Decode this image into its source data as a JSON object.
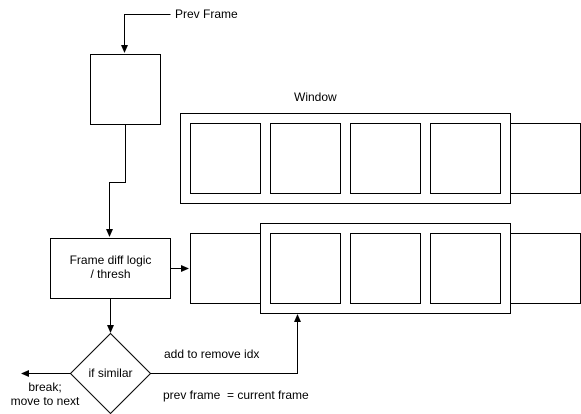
{
  "diagram": {
    "prev_frame_label": "Prev Frame",
    "window_label": "Window",
    "diff_logic_label": "Frame diff logic\n/ thresh",
    "decision_label": "if similar",
    "break_label": "break;\nmove to next",
    "add_remove_label": "add to remove idx",
    "assign_label": "prev frame  = current frame"
  }
}
